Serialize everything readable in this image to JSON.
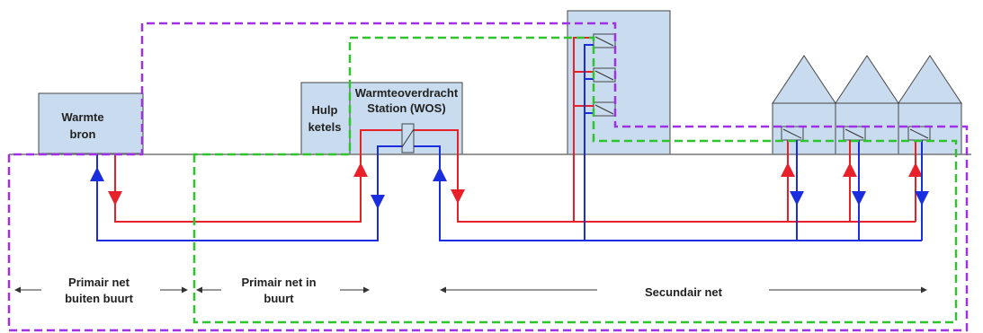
{
  "diagram": {
    "source": {
      "line1": "Warmte",
      "line2": "bron"
    },
    "aux_boilers": {
      "line1": "Hulp",
      "line2": "ketels"
    },
    "wos": {
      "line1": "Warmteoverdracht",
      "line2": "Station (WOS)"
    },
    "sections": {
      "primary_outside": {
        "line1": "Primair net",
        "line2": "buiten buurt"
      },
      "primary_inside": {
        "line1": "Primair net in",
        "line2": "buurt"
      },
      "secondary": {
        "line1": "Secundair net"
      }
    },
    "colors": {
      "supply": "#e8202a",
      "return": "#1a2ee0",
      "boundary_outer": "#a030e8",
      "boundary_inner": "#2ec42e",
      "building_fill": "#c9dcef"
    }
  }
}
